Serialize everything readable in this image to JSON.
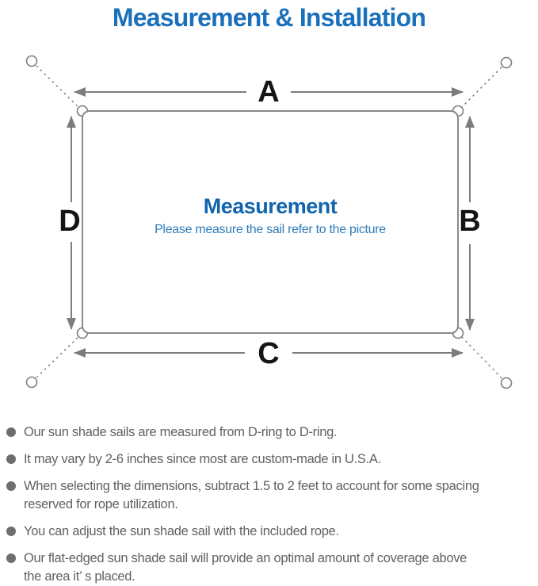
{
  "header": {
    "title": "Measurement & Installation"
  },
  "diagram": {
    "heading": "Measurement",
    "subtitle": "Please measure the sail refer to the picture",
    "labels": {
      "top": "A",
      "right": "B",
      "bottom": "C",
      "left": "D"
    }
  },
  "notes": {
    "items": [
      {
        "text": "Our sun shade sails are measured from D-ring to D-ring."
      },
      {
        "text": "It may vary by 2-6 inches since most are custom-made in U.S.A."
      },
      {
        "text": "When selecting the dimensions, subtract 1.5 to 2 feet to account for some spacing\nreserved for rope utilization."
      },
      {
        "text": "You can adjust the sun shade sail with the included rope."
      },
      {
        "text": "Our flat-edged sun shade sail will provide an optimal amount of coverage above\nthe area it’ s placed."
      }
    ]
  },
  "theme": {
    "title_blue": "#1b70bc",
    "heading_blue": "#1065ad",
    "subtitle_blue": "#2e7cb8",
    "line_gray": "#7d7d7d",
    "border_gray": "#8a8a8a",
    "label_black": "#151515",
    "text_gray": "#616161"
  }
}
